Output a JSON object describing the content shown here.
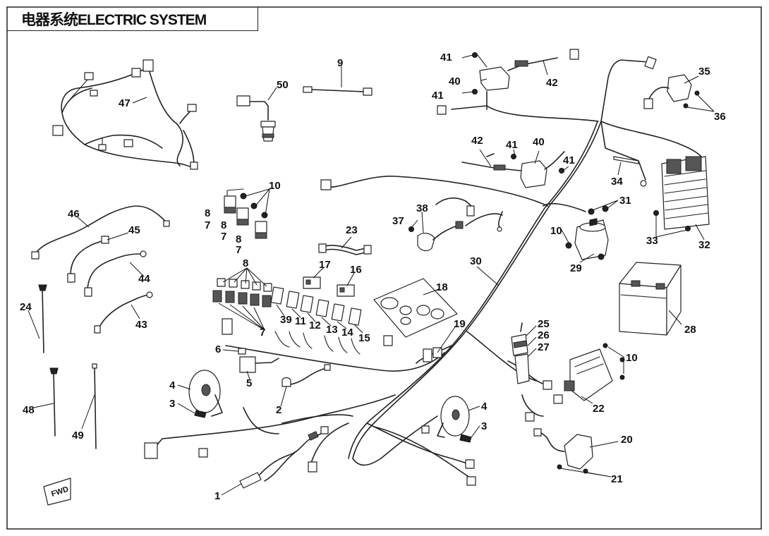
{
  "title": "电器系统ELECTRIC SYSTEM",
  "parts": [
    {
      "id": "1",
      "label": "1",
      "name": "oxygen-sensor"
    },
    {
      "id": "2",
      "label": "2",
      "name": "sensor"
    },
    {
      "id": "3a",
      "label": "3",
      "name": "bolt"
    },
    {
      "id": "3b",
      "label": "3",
      "name": "bolt"
    },
    {
      "id": "4a",
      "label": "4",
      "name": "horn"
    },
    {
      "id": "4b",
      "label": "4",
      "name": "horn"
    },
    {
      "id": "5",
      "label": "5",
      "name": "relay"
    },
    {
      "id": "6",
      "label": "6",
      "name": "clip"
    },
    {
      "id": "7a",
      "label": "7",
      "name": "relay-base"
    },
    {
      "id": "7b",
      "label": "7",
      "name": "relay-base"
    },
    {
      "id": "7c",
      "label": "7",
      "name": "relay-base"
    },
    {
      "id": "7d",
      "label": "7",
      "name": "relay-base"
    },
    {
      "id": "8a",
      "label": "8",
      "name": "relay"
    },
    {
      "id": "8b",
      "label": "8",
      "name": "relay"
    },
    {
      "id": "8c",
      "label": "8",
      "name": "relay"
    },
    {
      "id": "8d",
      "label": "8",
      "name": "relay"
    },
    {
      "id": "9",
      "label": "9",
      "name": "wire-lead"
    },
    {
      "id": "10a",
      "label": "10",
      "name": "bolt"
    },
    {
      "id": "10b",
      "label": "10",
      "name": "bolt"
    },
    {
      "id": "10c",
      "label": "10",
      "name": "bolt"
    },
    {
      "id": "11",
      "label": "11",
      "name": "fuse"
    },
    {
      "id": "12",
      "label": "12",
      "name": "fuse"
    },
    {
      "id": "13",
      "label": "13",
      "name": "fuse"
    },
    {
      "id": "14",
      "label": "14",
      "name": "fuse"
    },
    {
      "id": "15",
      "label": "15",
      "name": "fuse"
    },
    {
      "id": "16",
      "label": "16",
      "name": "fuse-box-cover"
    },
    {
      "id": "17",
      "label": "17",
      "name": "fuse-box-cover"
    },
    {
      "id": "18",
      "label": "18",
      "name": "spare-fuse-kit"
    },
    {
      "id": "19",
      "label": "19",
      "name": "connector"
    },
    {
      "id": "20",
      "label": "20",
      "name": "module"
    },
    {
      "id": "21",
      "label": "21",
      "name": "screw"
    },
    {
      "id": "22",
      "label": "22",
      "name": "ecu"
    },
    {
      "id": "23",
      "label": "23",
      "name": "jumper-harness"
    },
    {
      "id": "24",
      "label": "24",
      "name": "cable-tie"
    },
    {
      "id": "25",
      "label": "25",
      "name": "connector"
    },
    {
      "id": "26",
      "label": "26",
      "name": "connector-seal"
    },
    {
      "id": "27",
      "label": "27",
      "name": "connector-cap"
    },
    {
      "id": "28",
      "label": "28",
      "name": "battery"
    },
    {
      "id": "29",
      "label": "29",
      "name": "starter-relay"
    },
    {
      "id": "30",
      "label": "30",
      "name": "main-wiring-harness"
    },
    {
      "id": "31",
      "label": "31",
      "name": "nut"
    },
    {
      "id": "32",
      "label": "32",
      "name": "regulator-rectifier"
    },
    {
      "id": "33",
      "label": "33",
      "name": "bolt"
    },
    {
      "id": "34",
      "label": "34",
      "name": "ground-strap"
    },
    {
      "id": "35",
      "label": "35",
      "name": "sensor"
    },
    {
      "id": "36",
      "label": "36",
      "name": "screw"
    },
    {
      "id": "37",
      "label": "37",
      "name": "bolt"
    },
    {
      "id": "38",
      "label": "38",
      "name": "sensor"
    },
    {
      "id": "39",
      "label": "39",
      "name": "fuse"
    },
    {
      "id": "40a",
      "label": "40",
      "name": "sensor"
    },
    {
      "id": "40b",
      "label": "40",
      "name": "sensor"
    },
    {
      "id": "41a",
      "label": "41",
      "name": "bolt"
    },
    {
      "id": "41b",
      "label": "41",
      "name": "bolt"
    },
    {
      "id": "41c",
      "label": "41",
      "name": "bolt"
    },
    {
      "id": "41d",
      "label": "41",
      "name": "bolt"
    },
    {
      "id": "42a",
      "label": "42",
      "name": "lead"
    },
    {
      "id": "42b",
      "label": "42",
      "name": "lead"
    },
    {
      "id": "43",
      "label": "43",
      "name": "cable"
    },
    {
      "id": "44",
      "label": "44",
      "name": "cable"
    },
    {
      "id": "45",
      "label": "45",
      "name": "cable"
    },
    {
      "id": "46",
      "label": "46",
      "name": "cable"
    },
    {
      "id": "47",
      "label": "47",
      "name": "sub-harness"
    },
    {
      "id": "48",
      "label": "48",
      "name": "cable-tie"
    },
    {
      "id": "49",
      "label": "49",
      "name": "cable-tie"
    },
    {
      "id": "50",
      "label": "50",
      "name": "switch"
    }
  ],
  "fwd_marker": "FWD"
}
